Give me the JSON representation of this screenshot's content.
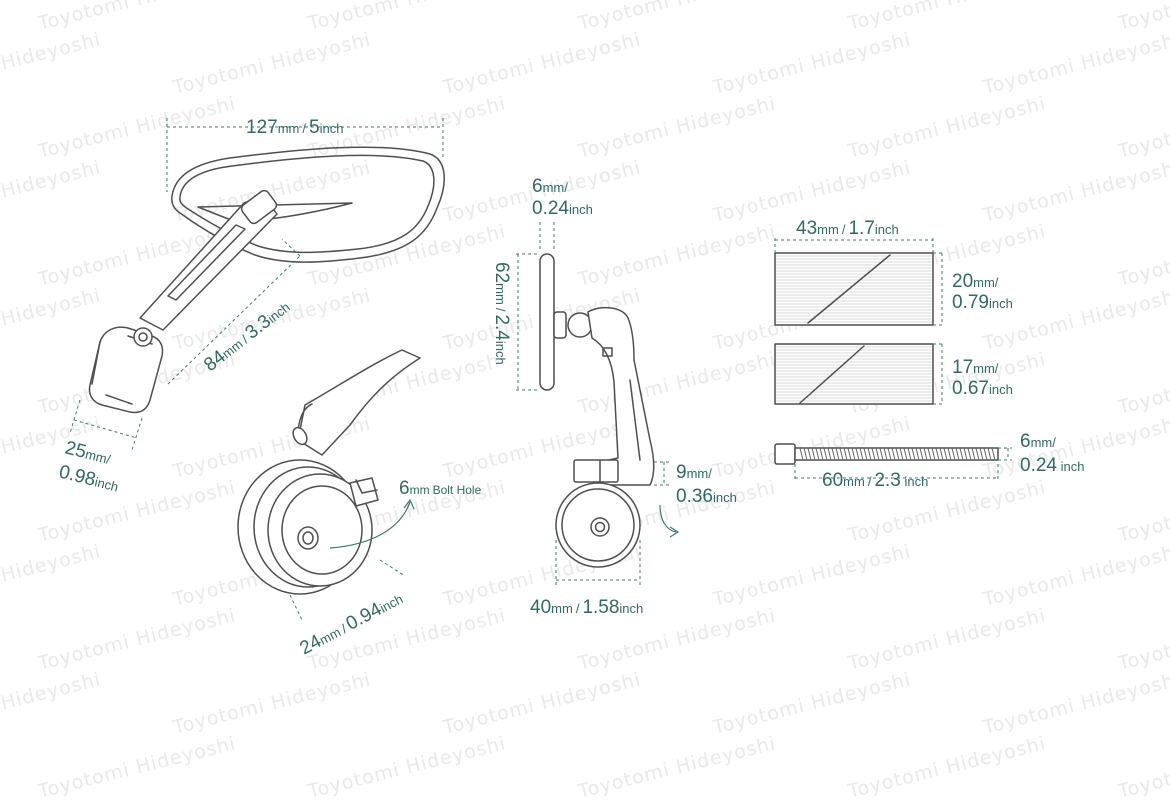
{
  "watermark": {
    "text": "Toyotomi  Hideyoshi"
  },
  "dimensions": {
    "mirror_width": {
      "mm": "127",
      "mm_unit": "mm",
      "sep": "/",
      "inch": "5",
      "inch_unit": "inch"
    },
    "arm_length": {
      "mm": "84",
      "mm_unit": "mm",
      "sep": "/",
      "inch": "3.3",
      "inch_unit": "inch"
    },
    "clamp_depth": {
      "mm": "25",
      "mm_unit": "mm/",
      "inch": "0.98",
      "inch_unit": "inch"
    },
    "bolt_hole": {
      "mm": "6",
      "mm_unit": "mm",
      "text": "Bolt Hole"
    },
    "plug_diameter": {
      "mm": "24",
      "mm_unit": "mm",
      "sep": "/",
      "inch": "0.94",
      "inch_unit": "inch"
    },
    "mirror_thickness": {
      "mm": "6",
      "mm_unit": "mm/",
      "inch": "0.24",
      "inch_unit": "inch"
    },
    "mirror_height": {
      "mm": "62",
      "mm_unit": "mm",
      "sep": "/",
      "inch": "2.4",
      "inch_unit": "inch"
    },
    "offset": {
      "mm": "9",
      "mm_unit": "mm/",
      "inch": "0.36",
      "inch_unit": "inch"
    },
    "plug_width": {
      "mm": "40",
      "mm_unit": "mm",
      "sep": "/",
      "inch": "1.58",
      "inch_unit": "inch"
    },
    "insert_width": {
      "mm": "43",
      "mm_unit": "mm",
      "sep": "/",
      "inch": "1.7",
      "inch_unit": "inch"
    },
    "insert_large": {
      "mm": "20",
      "mm_unit": "mm/",
      "inch": "0.79",
      "inch_unit": "inch"
    },
    "insert_small": {
      "mm": "17",
      "mm_unit": "mm/",
      "inch": "0.67",
      "inch_unit": "inch"
    },
    "bolt_length": {
      "mm": "60",
      "mm_unit": "mm",
      "sep": "/",
      "inch": "2.3",
      "inch_unit": " inch"
    },
    "bolt_diameter": {
      "mm": "6",
      "mm_unit": "mm/",
      "inch": "0.24",
      "inch_unit": " inch"
    }
  },
  "colors": {
    "label": "#2f6b62",
    "dimension_line": "#3f7a6e",
    "line_art": "#4f4f4f",
    "watermark": "#e9e9e9"
  }
}
